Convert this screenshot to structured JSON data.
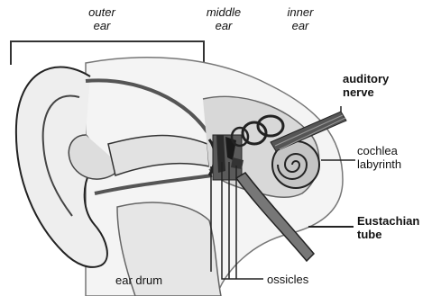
{
  "labels": {
    "outer_ear": {
      "line1": "outer",
      "line2": "ear"
    },
    "middle_ear": {
      "line1": "middle",
      "line2": "ear"
    },
    "inner_ear": {
      "line1": "inner",
      "line2": "ear"
    },
    "auditory_nerve": {
      "line1": "auditory",
      "line2": "nerve"
    },
    "cochlea_labyrinth": {
      "line1": "cochlea",
      "line2": "labyrinth"
    },
    "eustachian_tube": {
      "line1": "Eustachian",
      "line2": "tube"
    },
    "ear_drum": "ear drum",
    "ossicles": "ossicles"
  },
  "colors": {
    "ink": "#111111",
    "skin": "#eeeeee",
    "bone": "#cfcfcf",
    "dark": "#444444",
    "mid": "#888888"
  }
}
